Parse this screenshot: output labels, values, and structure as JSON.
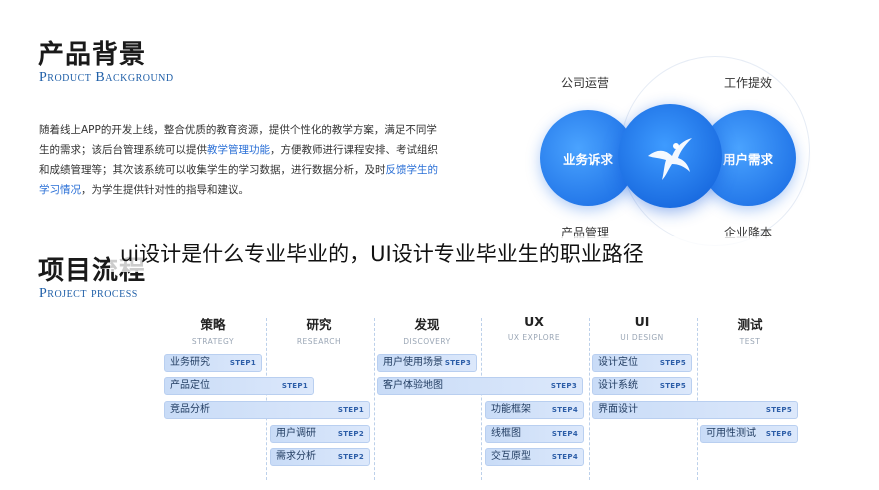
{
  "background": {
    "title": "产品背景",
    "subtitle": "Product Background",
    "paragraph": {
      "part1": "随着线上APP的开发上线，整合优质的教育资源，提供个性化的教学方案，满足不同学生的需求；该后台管理系统可以提供",
      "hl1": "教学管理功能",
      "part2": "，方便教师进行课程安排、考试组织和成绩管理等；其次该系统可以收集学生的学习数据，进行数据分析，及时",
      "hl2": "反馈学生的学习情况",
      "part3": "，为学生提供针对性的指导和建议。"
    }
  },
  "circles": {
    "top_left": "公司运营",
    "top_right": "工作提效",
    "bottom_left": "产品管理",
    "bottom_right": "企业降本",
    "left": "业务诉求",
    "right": "用户需求",
    "center_icon": "dancing-figure-logo"
  },
  "overlay_caption": "ui设计是什么专业毕业的，UI设计专业毕业生的职业路径",
  "process": {
    "title": "项目流程",
    "subtitle": "Project process",
    "columns": [
      {
        "zh": "策略",
        "en": "STRATEGY"
      },
      {
        "zh": "研究",
        "en": "RESEARCH"
      },
      {
        "zh": "发现",
        "en": "DISCOVERY"
      },
      {
        "zh": "UX",
        "en": "UX EXPLORE"
      },
      {
        "zh": "UI",
        "en": "UI DESIGN"
      },
      {
        "zh": "测试",
        "en": "TEST"
      }
    ],
    "tasks": [
      {
        "label": "业务研究",
        "step": "STEP1"
      },
      {
        "label": "产品定位",
        "step": "STEP1"
      },
      {
        "label": "竞品分析",
        "step": "STEP1"
      },
      {
        "label": "用户调研",
        "step": "STEP2"
      },
      {
        "label": "需求分析",
        "step": "STEP2"
      },
      {
        "label": "用户使用场景",
        "step": "STEP3"
      },
      {
        "label": "客户体验地图",
        "step": "STEP3"
      },
      {
        "label": "功能框架",
        "step": "STEP4"
      },
      {
        "label": "线框图",
        "step": "STEP4"
      },
      {
        "label": "交互原型",
        "step": "STEP4"
      },
      {
        "label": "设计定位",
        "step": "STEP5"
      },
      {
        "label": "设计系统",
        "step": "STEP5"
      },
      {
        "label": "界面设计",
        "step": "STEP5"
      },
      {
        "label": "可用性测试",
        "step": "STEP6"
      }
    ]
  }
}
